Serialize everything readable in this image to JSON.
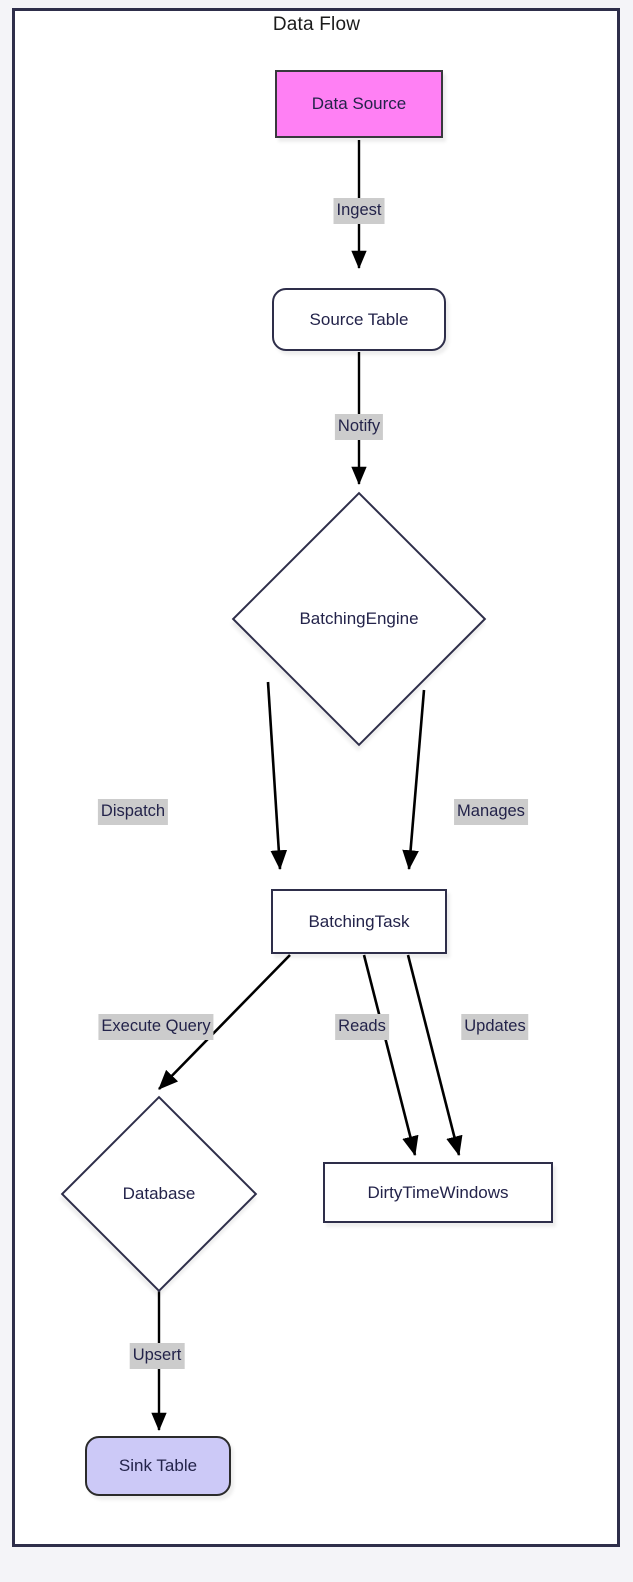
{
  "diagram": {
    "title": "Data Flow",
    "type": "flowchart",
    "direction": "top-down",
    "colors": {
      "frame_border": "#2e2e4a",
      "canvas": "#ffffff",
      "page_background": "#f4f4f8",
      "node_border": "#2e2e4a",
      "node_text": "#23234a",
      "edge_stroke": "#000000",
      "edge_label_background": "#cccccc",
      "data_source_fill": "#ff80f4",
      "sink_table_fill": "#ccc9f7",
      "default_node_fill": "#ffffff"
    },
    "nodes": [
      {
        "id": "data-source",
        "label": "Data Source",
        "shape": "rectangle",
        "fill": "#ff80f4"
      },
      {
        "id": "source-table",
        "label": "Source Table",
        "shape": "rounded-rectangle",
        "fill": "#ffffff"
      },
      {
        "id": "batching-engine",
        "label": "BatchingEngine",
        "shape": "diamond",
        "fill": "#ffffff"
      },
      {
        "id": "batching-task",
        "label": "BatchingTask",
        "shape": "rectangle",
        "fill": "#ffffff"
      },
      {
        "id": "database",
        "label": "Database",
        "shape": "diamond",
        "fill": "#ffffff"
      },
      {
        "id": "dirty-time-windows",
        "label": "DirtyTimeWindows",
        "shape": "rectangle",
        "fill": "#ffffff"
      },
      {
        "id": "sink-table",
        "label": "Sink Table",
        "shape": "rounded-rectangle",
        "fill": "#ccc9f7"
      }
    ],
    "edges": [
      {
        "id": "e1",
        "from": "data-source",
        "to": "source-table",
        "label": "Ingest"
      },
      {
        "id": "e2",
        "from": "source-table",
        "to": "batching-engine",
        "label": "Notify"
      },
      {
        "id": "e3",
        "from": "batching-engine",
        "to": "batching-task",
        "label": "Dispatch"
      },
      {
        "id": "e4",
        "from": "batching-engine",
        "to": "batching-task",
        "label": "Manages"
      },
      {
        "id": "e5",
        "from": "batching-task",
        "to": "database",
        "label": "Execute Query"
      },
      {
        "id": "e6",
        "from": "batching-task",
        "to": "dirty-time-windows",
        "label": "Reads"
      },
      {
        "id": "e7",
        "from": "batching-task",
        "to": "dirty-time-windows",
        "label": "Updates"
      },
      {
        "id": "e8",
        "from": "database",
        "to": "sink-table",
        "label": "Upsert"
      }
    ]
  }
}
